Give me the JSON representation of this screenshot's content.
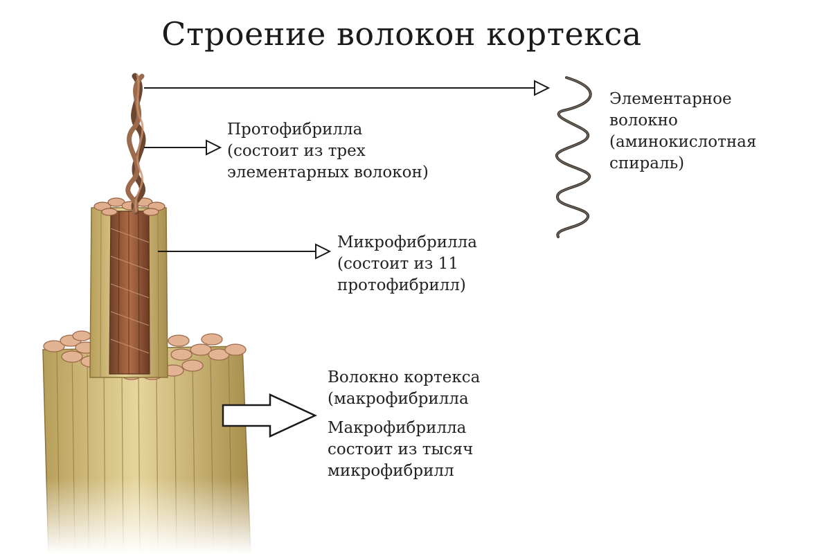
{
  "title": "Строение волокон кортекса",
  "labels": {
    "elementary": [
      "Элементарное",
      "волокно",
      "(аминокислотная",
      "спираль)"
    ],
    "protofibril": [
      "Протофибрилла",
      "(состоит из трех",
      "элементарных волокон)"
    ],
    "microfibril": [
      "Микрофибрилла",
      "(состоит из 11",
      "протофибрилл)"
    ],
    "cortex_fiber": [
      "Волокно кортекса",
      "(макрофибрилла"
    ],
    "macrofibril_note": [
      "Макрофибрилла",
      "состоит из тысяч",
      "микрофибрилл"
    ]
  },
  "colors": {
    "strand_copper": "#8a5a3c",
    "microfibril_brown": "#9a5a3a",
    "macrofibril_straw": "#d8c48a",
    "line": "#1a1a1a"
  }
}
